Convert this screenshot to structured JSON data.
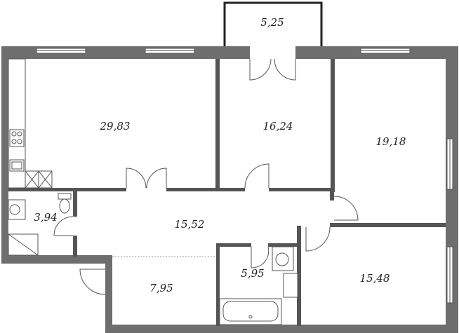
{
  "plan": {
    "colors": {
      "wall": "#6e6e6e",
      "interior_wall": "#555555",
      "line": "#555555",
      "background": "#ffffff",
      "text": "#222222"
    },
    "rooms": [
      {
        "id": "balcony",
        "area": "5,25"
      },
      {
        "id": "kitchen-living",
        "area": "29,83"
      },
      {
        "id": "bedroom-center",
        "area": "16,24"
      },
      {
        "id": "bedroom-right",
        "area": "19,18"
      },
      {
        "id": "wc",
        "area": "3,94"
      },
      {
        "id": "hall",
        "area": "15,52"
      },
      {
        "id": "room-bottom-left",
        "area": "7,95"
      },
      {
        "id": "bathroom",
        "area": "5,95"
      },
      {
        "id": "bedroom-bottom-right",
        "area": "15,48"
      }
    ]
  }
}
